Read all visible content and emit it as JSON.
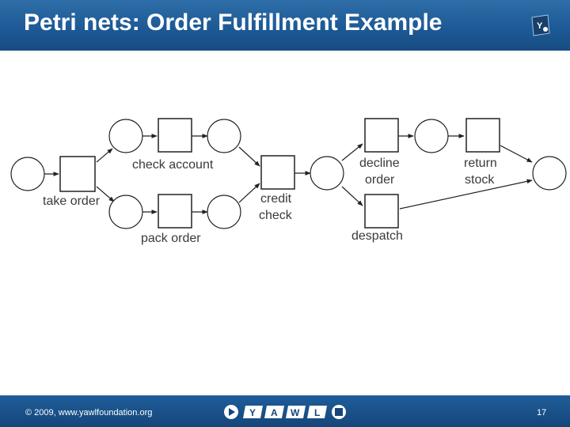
{
  "slide": {
    "title": "Petri nets: Order Fulfillment Example",
    "page_number": "17",
    "copyright": "© 2009, www.yawlfoundation.org"
  },
  "diagram": {
    "labels": {
      "take_order": "take order",
      "check_account": "check account",
      "pack_order": "pack order",
      "credit_check_1": "credit",
      "credit_check_2": "check",
      "decline_order_1": "decline",
      "decline_order_2": "order",
      "despatch": "despatch",
      "return_stock_1": "return",
      "return_stock_2": "stock"
    }
  },
  "nav_buttons": [
    {
      "icon": "play-icon"
    },
    {
      "glyph": "Y"
    },
    {
      "glyph": "A"
    },
    {
      "glyph": "W"
    },
    {
      "glyph": "L"
    },
    {
      "icon": "stop-icon"
    }
  ],
  "colors": {
    "header": "#1d5a96",
    "footer": "#15467a",
    "text": "#3a3a3a"
  }
}
